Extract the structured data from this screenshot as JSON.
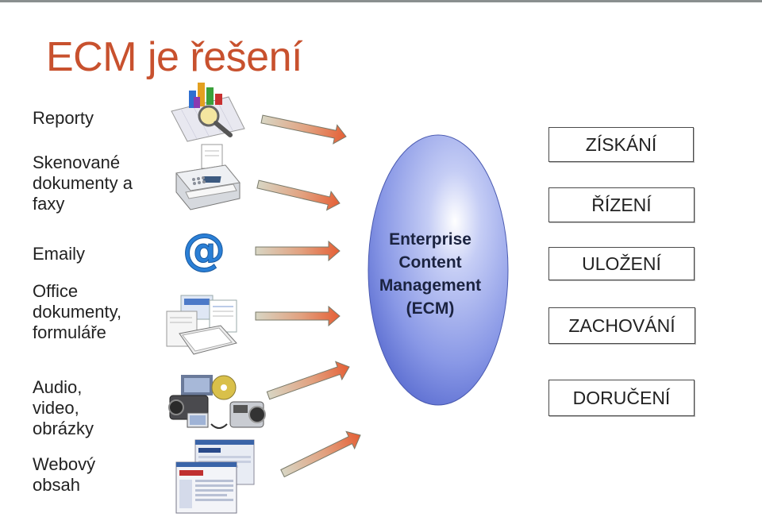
{
  "title": "ECM je řešení",
  "sources": [
    {
      "label": "Reporty",
      "icon": "chart-magnifier-icon"
    },
    {
      "label": "Skenované dokumenty a faxy",
      "icon": "fax-machine-icon"
    },
    {
      "label": "Emaily",
      "icon": "at-sign-icon"
    },
    {
      "label": "Office dokumenty, formuláře",
      "icon": "documents-icon"
    },
    {
      "label": "Audio, video, obrázky",
      "icon": "camcorder-icon"
    },
    {
      "label": "Webový obsah",
      "icon": "web-pages-icon"
    }
  ],
  "source_lines": {
    "reporty": [
      "Reporty"
    ],
    "skenovane": [
      "Skenované",
      "dokumenty a",
      "faxy"
    ],
    "emaily": [
      "Emaily"
    ],
    "office": [
      "Office",
      "dokumenty,",
      "formuláře"
    ],
    "audio": [
      "Audio,",
      "video,",
      "obrázky"
    ],
    "web": [
      "Webový",
      "obsah"
    ]
  },
  "ecm": {
    "lines": [
      "Enterprise",
      "Content",
      "Management",
      "(ECM)"
    ],
    "color": "#7f8fe0"
  },
  "stages": [
    "ZÍSKÁNÍ",
    "ŘÍZENÍ",
    "ULOŽENÍ",
    "ZACHOVÁNÍ",
    "DORUČENÍ"
  ],
  "colors": {
    "title": "#c8512e",
    "arrow_start": "#c9c7b6",
    "arrow_end": "#e06a40"
  }
}
